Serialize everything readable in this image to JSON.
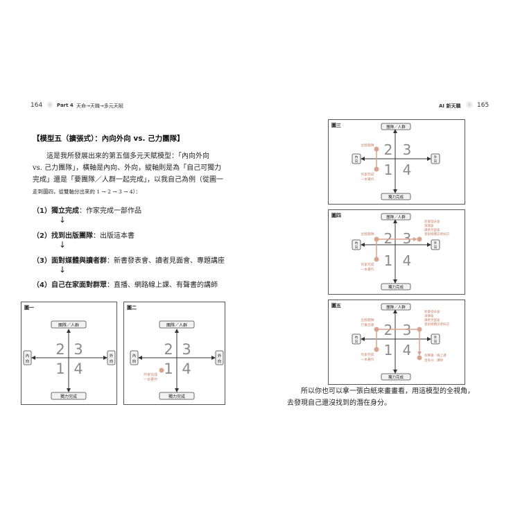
{
  "header": {
    "left_page": "164",
    "left_section": "Part 4",
    "left_subtitle": "天命→天職→多元天賦",
    "right_title": "AI 新天職",
    "right_page": "165"
  },
  "model": {
    "title": "【模型五（擴張式）：內向外向 vs. 己力團隊】",
    "para_lines": [
      "這是我所發展出來的第五個多元天賦模型：「內向外向",
      "vs. 己力團隊」，橫軸是內向、外向，縱軸則是為「自己可獨力",
      "完成」還是「要團隊／人群一起完成」，以我自己為例（從圖一"
    ],
    "para_last": "走到圖四，從雙軸分出來的 1 → 2 → 3 → 4）：",
    "steps": [
      {
        "num": "（1）",
        "bold": "獨立完成",
        "text": "：作家完成一部作品"
      },
      {
        "num": "（2）",
        "bold": "找到出版團隊",
        "text": "：出版這本書"
      },
      {
        "num": "（3）",
        "bold": "面對媒體與讀者群",
        "text": "：新書發表會、讀者見面會、專題講座"
      },
      {
        "num": "（4）",
        "bold": "自己在家面對群眾",
        "text": "：直播、網路線上課、有聲書的講師"
      }
    ],
    "arrow": "↓"
  },
  "axis": {
    "top": "團隊／人群",
    "bottom": "獨力完成",
    "left": "內向",
    "right": "外向",
    "q2": "2",
    "q3": "3",
    "q1": "1",
    "q4": "4"
  },
  "figures": {
    "fig1": {
      "label": "圖一"
    },
    "fig2": {
      "label": "圖二",
      "note1": "作家完成",
      "note2": "一本著作"
    },
    "fig3": {
      "label": "圖三",
      "note_publish": "出版團隊",
      "note1": "作家完成",
      "note2": "一本著作"
    },
    "fig4": {
      "label": "圖四",
      "note_publish": "出版團隊",
      "note1": "作家完成",
      "note2": "一本著作",
      "media1": "新書發表會",
      "media2": "演講會",
      "media3": "讀者見面會",
      "media4": "意創媒體訪者採訪"
    },
    "fig5": {
      "label": "圖五",
      "note_publish1": "出版團隊",
      "note_publish2": "行書出版",
      "note1": "作家完成",
      "note2": "一本著作",
      "media1": "新書發表會",
      "media2": "演講會",
      "media3": "讀者見面會",
      "media4": "意創媒體訪者採訪",
      "live1": "有聲書／線上課",
      "live2": "直身分：講師"
    }
  },
  "closing": {
    "line1": "所以你也可以拿一張白紙來畫畫看，用這模型的全視角，",
    "line2": "去發現自己還沒找到的潛在身分。"
  },
  "colors": {
    "accent": "#d9a48f",
    "axis": "#333333",
    "quad": "#8a8a8a"
  }
}
